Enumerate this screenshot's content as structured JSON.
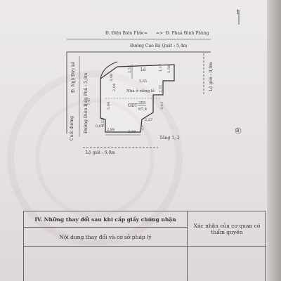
{
  "road_top": {
    "street_from": "Đ. Điện Biên Phủ",
    "street_to": "Đ. Phan Đình Phùng",
    "road_name": "Đường Cao Bá Quát : 5,4m"
  },
  "road_left": {
    "side_street": "Đ. Ngô Đức kế",
    "road_name": "Đường Điện Biên Phủ : 5,0m",
    "end_label": "Cuối đường"
  },
  "right_label": "Lộ giới : 8,0m",
  "bottom_label": "Lộ giới : 6,0m",
  "lot": {
    "le_label": "Lê",
    "house_label": "Nhà ở riêng lẻ",
    "area_code": "ODT",
    "area_value": "355",
    "area_sub": "67,4",
    "floor_note": "Tầng 1, 2"
  },
  "dimensions": {
    "d1": "3,48",
    "d2": "2,52",
    "d3": "1,17",
    "d4": "1,58",
    "d5": "5,65",
    "d6": "2,35",
    "d7": "2,04",
    "d8": "5,04",
    "d9": "3,41",
    "d10": "2,27",
    "d11": "2,2",
    "d12": "2,89",
    "d13": "3,38",
    "d14": "0,52",
    "d15": "0,61",
    "d16": "7,47"
  },
  "page_marks": {
    "corner_top": "1",
    "corner_mid": "B"
  },
  "changes_table": {
    "title": "IV. Những thay đổi sau khi cấp giấy chứng nhận",
    "col1_header": "Nội dung thay đổi và cơ sở pháp lý",
    "col2_header": "Xác nhận của cơ quan có thẩm quyền"
  }
}
